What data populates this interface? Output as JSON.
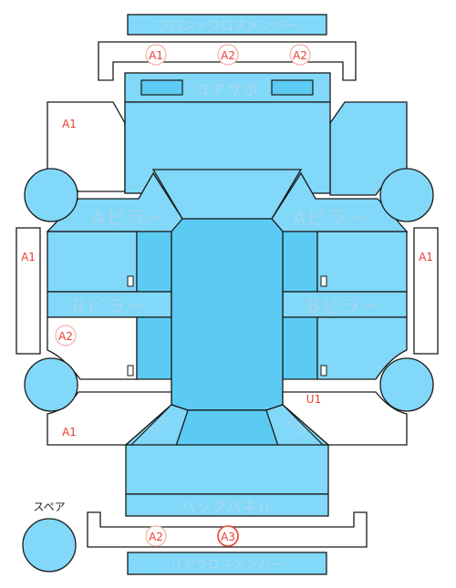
{
  "colors": {
    "panel": "#81d8f8",
    "panel_dark": "#5ccbf3",
    "outline": "#1a1a1a",
    "label": "#a9d9ee",
    "damage_mark": "#e8412f",
    "background": "#ffffff"
  },
  "labels": {
    "front_cross_member": "フロントクロスメンバー",
    "core_support": "コアサポ",
    "a_pillar_left": "Aピラー",
    "a_pillar_right": "Aピラー",
    "b_pillar_left": "Bピラー",
    "b_pillar_right": "Bピラー",
    "back_panel": "バックパネル",
    "rear_cross_member": "リアクロスメンバー",
    "spare": "スペア",
    "rear_left_diag": "ｺﾝﾄﾛ",
    "rear_right_diag": "ｺﾝﾄﾛ"
  },
  "damage_marks": {
    "front_1": "A1",
    "front_2": "A2",
    "front_3": "A2",
    "left_fender": "A1",
    "left_side": "A1",
    "left_door": "A2",
    "left_rear": "A1",
    "right_side": "A1",
    "right_rear": "U1",
    "rear_1": "A2",
    "rear_2": "A3"
  }
}
